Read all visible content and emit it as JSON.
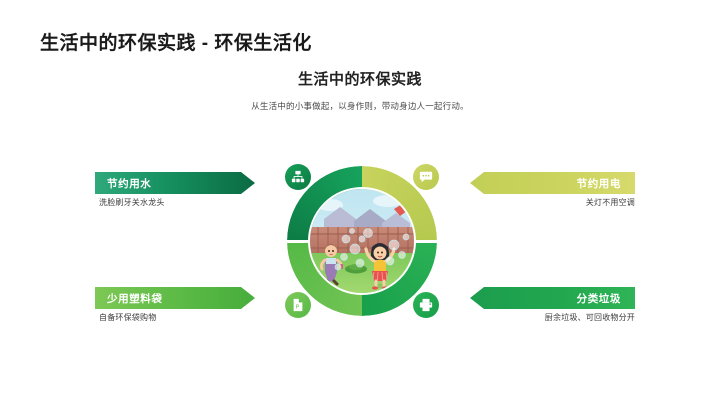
{
  "slide": {
    "title": "生活中的环保实践 - 环保生活化",
    "section_heading": "生活中的环保实践",
    "section_subtitle": "从生活中的小事做起，以身作则，带动身边人一起行动。"
  },
  "items": [
    {
      "position": "top-left",
      "label": "节约用水",
      "description": "洗脸刷牙关水龙头",
      "color": "#0b6b42",
      "icon": "sitemap-icon"
    },
    {
      "position": "bottom-left",
      "label": "少用塑料袋",
      "description": "自备环保袋购物",
      "color": "#55b946",
      "icon": "document-icon"
    },
    {
      "position": "top-right",
      "label": "节约用电",
      "description": "关灯不用空调",
      "color": "#c2cf56",
      "icon": "comment-icon"
    },
    {
      "position": "bottom-right",
      "label": "分类垃圾",
      "description": "厨余垃圾、可回收物分开",
      "color": "#1c9d4e",
      "icon": "printer-icon"
    }
  ],
  "center": {
    "illustration_alt": "两个孩子在后院草地上吹泡泡的卡通插画",
    "ring_colors": [
      "#0d7c46",
      "#c7d35c",
      "#2bb155",
      "#72c454"
    ]
  }
}
